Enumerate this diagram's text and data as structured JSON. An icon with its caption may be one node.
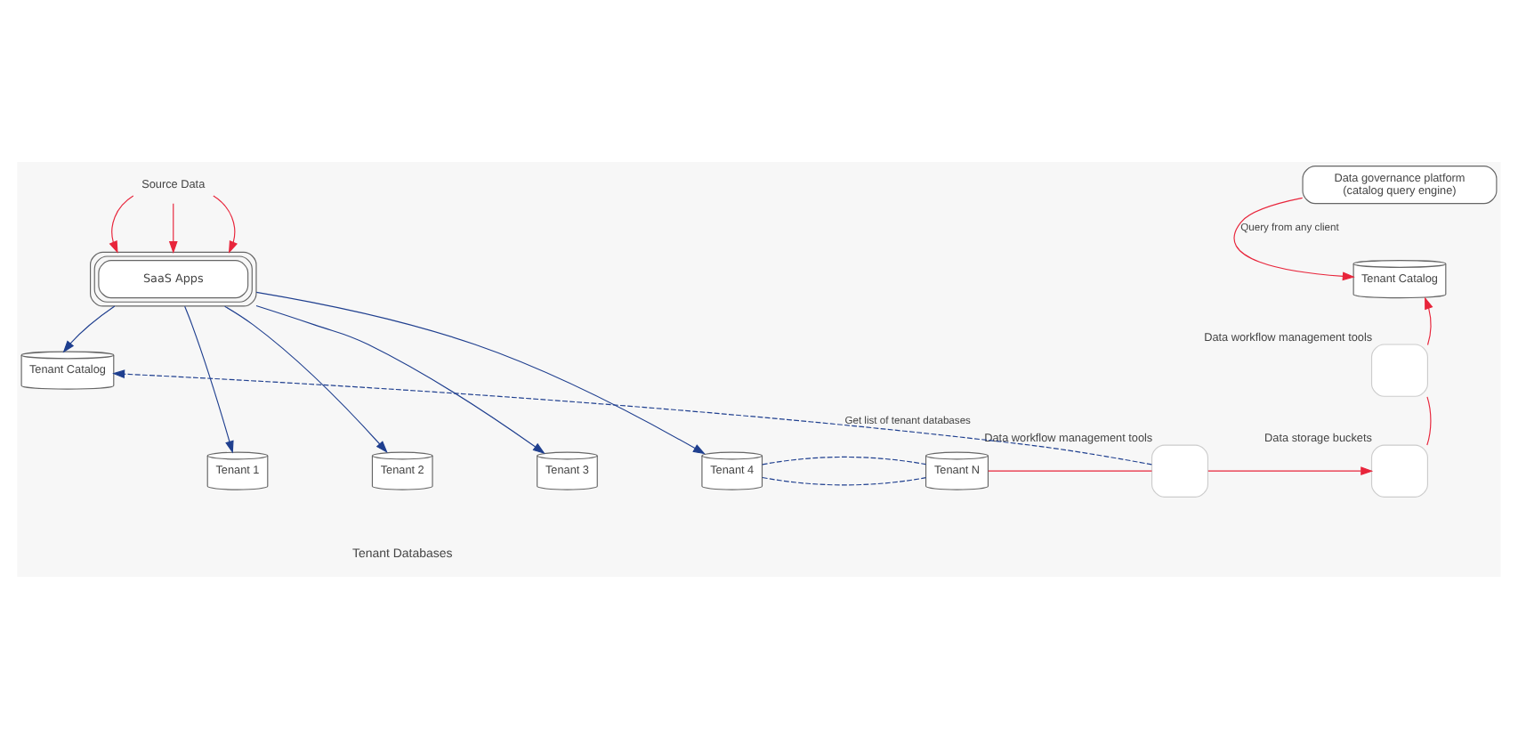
{
  "diagram": {
    "nodes": [
      {
        "text": [
          "Source Data"
        ]
      },
      {
        "text": [
          "SaaS Apps"
        ]
      },
      {
        "text": [
          "Tenant Catalog"
        ]
      },
      {
        "text": [
          "Tenant 1"
        ]
      },
      {
        "text": [
          "Tenant 2"
        ]
      },
      {
        "text": [
          "Tenant 3"
        ]
      },
      {
        "text": [
          "Tenant 4"
        ]
      },
      {
        "text": [
          "Tenant N"
        ]
      },
      {
        "text": [],
        "shape": "box",
        "beside": [
          "Data workflow management tools"
        ]
      },
      {
        "text": [],
        "shape": "box",
        "beside": [
          "Data storage buckets"
        ]
      },
      {
        "text": [],
        "shape": "box",
        "beside": [
          "Data workflow management tools"
        ]
      },
      {
        "text": [
          "Tenant Catalog"
        ]
      },
      {
        "text": [
          "Data governance platform",
          "(catalog query engine)"
        ]
      }
    ],
    "edges": [
      {
        "from": 0,
        "to": 1,
        "arrow": "to",
        "color": "#e8253b"
      },
      {
        "from": 0,
        "to": 1,
        "arrow": "to",
        "color": "#e8253b"
      },
      {
        "from": 0,
        "to": 1,
        "arrow": "to",
        "color": "#e8253b"
      },
      {
        "from": 1,
        "to": 3,
        "arrow": "to",
        "color": "#1f3f8f"
      },
      {
        "from": 1,
        "to": 4,
        "arrow": "to",
        "color": "#1f3f8f"
      },
      {
        "from": 1,
        "to": 5,
        "arrow": "to",
        "color": "#1f3f8f"
      },
      {
        "from": 1,
        "to": 6,
        "arrow": "to",
        "color": "#1f3f8f"
      },
      {
        "from": 1,
        "to": 2,
        "arrow": "to",
        "color": "#1f3f8f"
      },
      {
        "from": 6,
        "to": 7,
        "arrow": "none",
        "style": "dashed",
        "color": "#1f3f8f"
      },
      {
        "from": 6,
        "to": 7,
        "arrow": "none",
        "style": "dashed",
        "color": "#1f3f8f"
      },
      {
        "from": 7,
        "to": 8,
        "arrow": "none",
        "color": "#e8253b"
      },
      {
        "from": 8,
        "to": 2,
        "arrow": "to",
        "label": "Get list of tenant databases",
        "style": "dashed",
        "color": "#1f3f8f"
      },
      {
        "from": 8,
        "to": 9,
        "arrow": "to",
        "color": "#e8253b"
      },
      {
        "from": 9,
        "to": 10,
        "arrow": "none",
        "color": "#e8253b"
      },
      {
        "from": 10,
        "to": 11,
        "arrow": "to",
        "color": "#e8253b"
      },
      {
        "from": 12,
        "to": 11,
        "arrow": "to",
        "label": "Query from any client",
        "color": "#e8253b"
      }
    ],
    "labels": [
      "Tenant Databases"
    ]
  }
}
